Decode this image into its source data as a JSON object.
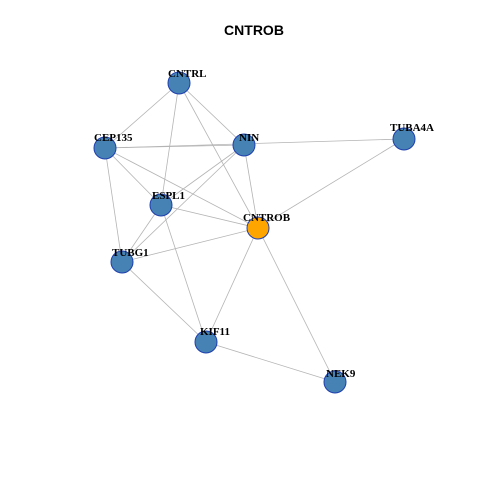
{
  "title": "CNTROB",
  "colors": {
    "default_node": "#4682b4",
    "focus_node": "#ffa500",
    "node_border": "#1f3fae",
    "edge": "#b4b4b4"
  },
  "nodes": [
    {
      "id": "CNTRL",
      "label": "CNTRL",
      "focus": false
    },
    {
      "id": "CEP135",
      "label": "CEP135",
      "focus": false
    },
    {
      "id": "NIN",
      "label": "NIN",
      "focus": false
    },
    {
      "id": "TUBA4A",
      "label": "TUBA4A",
      "focus": false
    },
    {
      "id": "ESPL1",
      "label": "ESPL1",
      "focus": false
    },
    {
      "id": "CNTROB",
      "label": "CNTROB",
      "focus": true
    },
    {
      "id": "TUBG1",
      "label": "TUBG1",
      "focus": false
    },
    {
      "id": "KIF11",
      "label": "KIF11",
      "focus": false
    },
    {
      "id": "NEK9",
      "label": "NEK9",
      "focus": false
    }
  ],
  "edges": [
    [
      "CNTRL",
      "CEP135"
    ],
    [
      "CNTRL",
      "NIN"
    ],
    [
      "CNTRL",
      "ESPL1"
    ],
    [
      "CNTRL",
      "CNTROB"
    ],
    [
      "CEP135",
      "NIN"
    ],
    [
      "CEP135",
      "TUBA4A"
    ],
    [
      "CEP135",
      "ESPL1"
    ],
    [
      "CEP135",
      "CNTROB"
    ],
    [
      "CEP135",
      "TUBG1"
    ],
    [
      "NIN",
      "ESPL1"
    ],
    [
      "NIN",
      "CNTROB"
    ],
    [
      "NIN",
      "TUBG1"
    ],
    [
      "TUBA4A",
      "CNTROB"
    ],
    [
      "ESPL1",
      "CNTROB"
    ],
    [
      "ESPL1",
      "TUBG1"
    ],
    [
      "ESPL1",
      "KIF11"
    ],
    [
      "CNTROB",
      "TUBG1"
    ],
    [
      "CNTROB",
      "KIF11"
    ],
    [
      "CNTROB",
      "NEK9"
    ],
    [
      "TUBG1",
      "KIF11"
    ],
    [
      "KIF11",
      "NEK9"
    ]
  ]
}
